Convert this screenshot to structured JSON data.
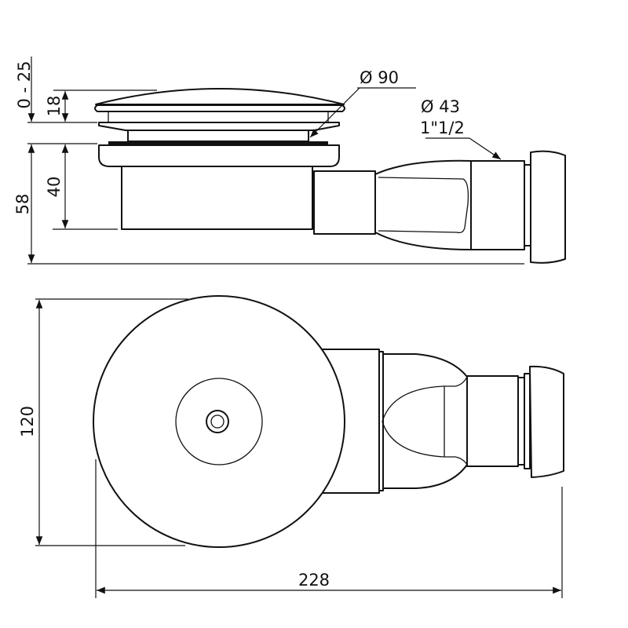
{
  "side_view": {
    "dimensions": {
      "adjust_range": "0 - 25",
      "grate_height": "18",
      "body_height": "40",
      "total_height": "58"
    },
    "callouts": {
      "grate_diameter": "Ø 90",
      "outlet_diameter": "Ø 43",
      "outlet_thread": "1\"1/2"
    }
  },
  "top_view": {
    "dimensions": {
      "width": "120",
      "length": "228"
    }
  }
}
